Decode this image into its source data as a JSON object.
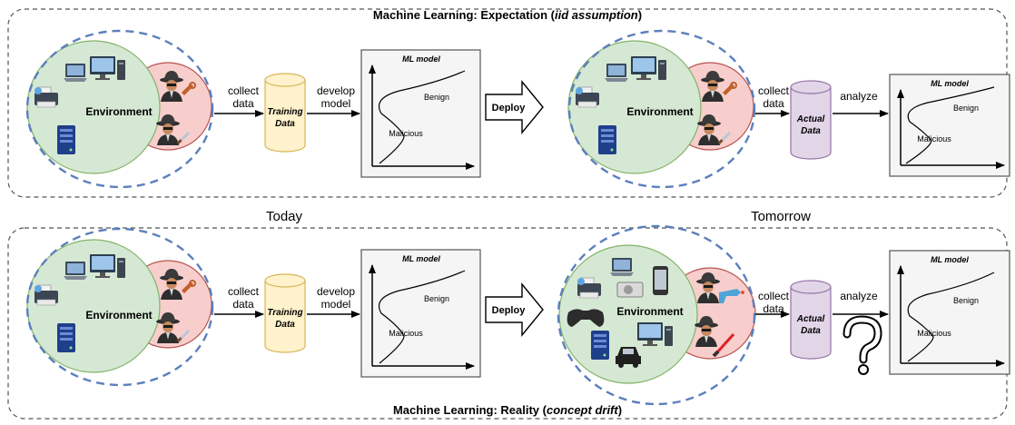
{
  "top_panel": {
    "title_prefix": "Machine Learning: Expectation (",
    "title_italic": "iid assumption",
    "title_suffix": ")"
  },
  "bottom_panel": {
    "title_prefix": "Machine Learning: Reality (",
    "title_italic": "concept drift",
    "title_suffix": ")"
  },
  "labels": {
    "today": "Today",
    "tomorrow": "Tomorrow",
    "environment": "Environment",
    "collect_1": "collect",
    "collect_2": "data",
    "develop_1": "develop",
    "develop_2": "model",
    "analyze": "analyze",
    "training_1": "Training",
    "training_2": "Data",
    "actual_1": "Actual",
    "actual_2": "Data",
    "deploy": "Deploy",
    "ml_model": "ML model",
    "benign": "Benign",
    "malicious": "Malicious",
    "question": "?"
  },
  "colors": {
    "environment_fill": "#d5e8d4",
    "environment_stroke": "#82b366",
    "attacker_fill": "#f8cecc",
    "attacker_stroke": "#b85450",
    "dashed_boundary": "#5b7fbc",
    "training_fill": "#fff2cc",
    "training_stroke": "#d6b656",
    "actual_fill": "#e1d5e7",
    "actual_stroke": "#9673a6",
    "model_box_fill": "#f5f5f5"
  }
}
